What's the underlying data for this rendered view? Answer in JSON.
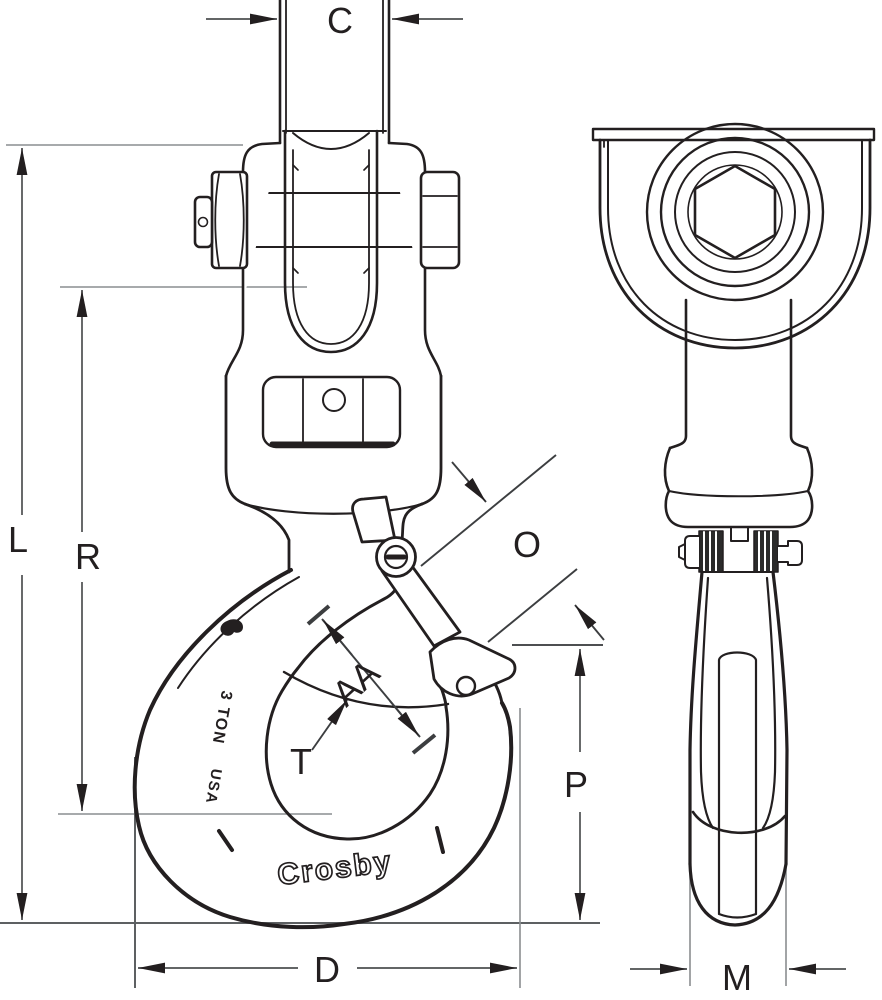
{
  "diagram": {
    "type": "engineering-line-drawing",
    "subject": "swivel hoist hook with bolted clevis and safety latch, front view and side view",
    "dimension_labels": {
      "c": "C",
      "l": "L",
      "r": "R",
      "o": "O",
      "aa": "AA",
      "t": "T",
      "p": "P",
      "d": "D",
      "m": "M"
    },
    "stamps": {
      "brand": "Crosby",
      "capacity": "3 TON",
      "origin": "USA"
    },
    "colors": {
      "part_line": "#231f20",
      "dimension_line": "#4d4f51",
      "extension_line": "#8a8d90",
      "background": "#ffffff"
    }
  }
}
